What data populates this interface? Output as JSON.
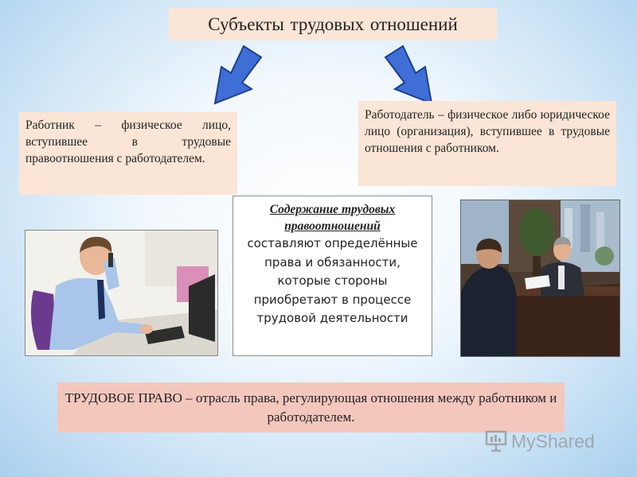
{
  "slide": {
    "title": "Субъекты трудовых  отношений",
    "worker_definition": "Работник – физическое лицо, вступившее в трудовые правоотношения с работодателем.",
    "employer_definition": "Работодатель – физическое либо юридическое лицо (организация), вступившее в трудовые отношения с работником.",
    "content_heading": "Содержание трудовых правоотношений",
    "content_body": "составляют определённые права и обязанности, которые стороны приобретают в процессе трудовой деятельности",
    "labor_law_definition": "ТРУДОВОЕ ПРАВО – отрасль права, регулирующая отношения между работником и работодателем.",
    "watermark": "MyShared"
  },
  "colors": {
    "box_fill": "#fbe5d6",
    "bottom_fill": "#f4c7bd",
    "arrow_fill": "#3f6fd6",
    "arrow_outline": "#1d3f8f",
    "background_edge": "#a9d0ee"
  },
  "icons": {
    "arrows": "down-arrow-icon",
    "watermark_logo": "presentation-screen-icon"
  }
}
